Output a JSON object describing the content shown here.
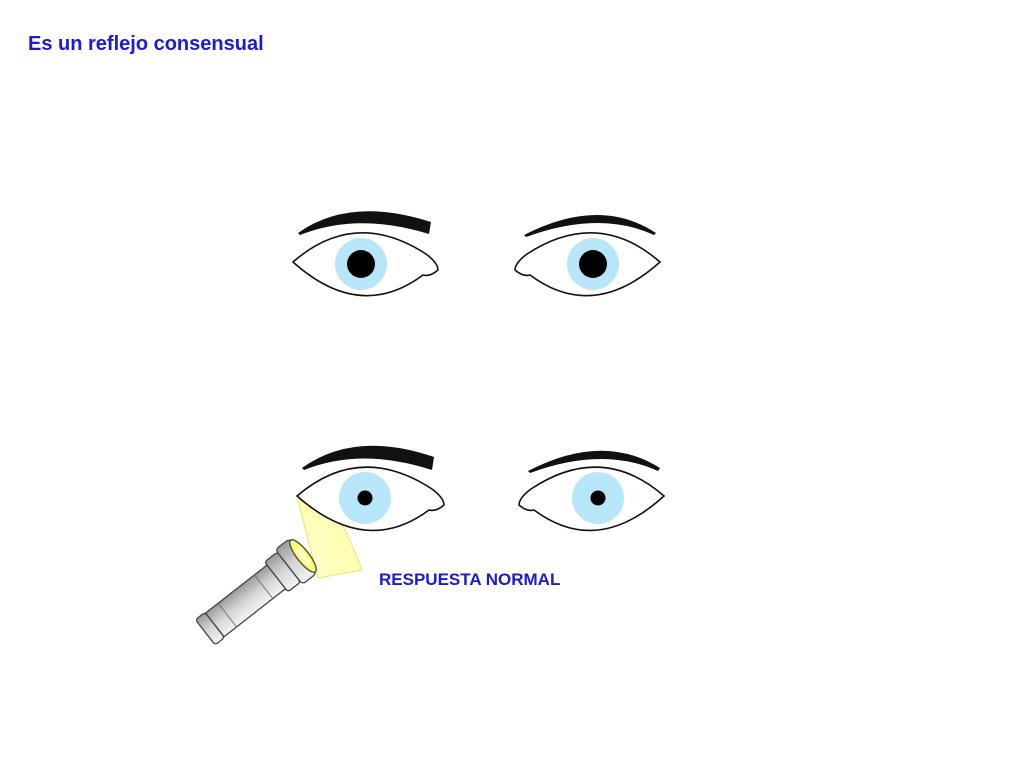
{
  "slide": {
    "title": "Es un reflejo consensual",
    "caption": "RESPUESTA NORMAL"
  },
  "states": [
    {
      "name": "before-light",
      "pupils": "dilated",
      "light_on": false
    },
    {
      "name": "after-light",
      "pupils": "constricted",
      "light_on": true
    }
  ],
  "colors": {
    "text": "#1a1adb",
    "iris": "#b8e6f9",
    "pupil": "#000000",
    "brow": "#111111",
    "beam": "#ffff99",
    "flashlight_body": "#d8d8d8"
  },
  "icons": [
    "eye-icon",
    "eyebrow-icon",
    "flashlight-icon",
    "light-beam-icon"
  ]
}
